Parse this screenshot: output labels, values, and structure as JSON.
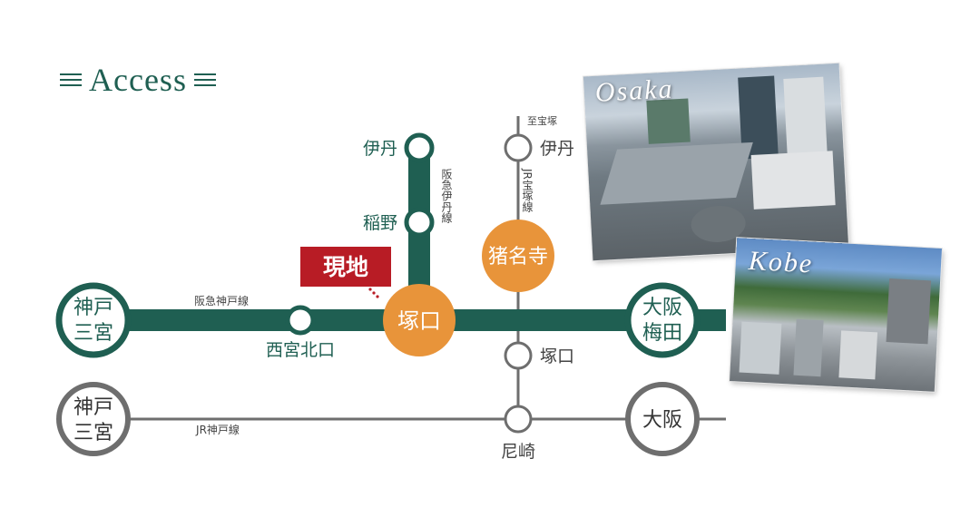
{
  "heading": {
    "title": "Access"
  },
  "photos": {
    "osaka_label": "Osaka",
    "kobe_label": "Kobe"
  },
  "lines": {
    "hankyu_kobe": "阪急神戸線",
    "hankyu_itami": "阪急伊丹線",
    "jr_takarazuka": "JR宝塚線",
    "jr_kobe": "JR神戸線",
    "to_takarazuka": "至宝塚"
  },
  "stations": {
    "kobe_sannomiya_top": "神戸",
    "kobe_sannomiya_bottom": "三宮",
    "nishinomiya_kitaguchi": "西宮北口",
    "tsukaguchi_hankyu": "塚口",
    "osaka_umeda_top": "大阪",
    "osaka_umeda_bottom": "梅田",
    "itami_hankyu": "伊丹",
    "inano": "稲野",
    "itami_jr": "伊丹",
    "inadera": "猪名寺",
    "tsukaguchi_jr": "塚口",
    "jr_sannomiya_top": "神戸",
    "jr_sannomiya_bottom": "三宮",
    "amagasaki": "尼崎",
    "osaka_jr": "大阪"
  },
  "site_marker": "現地",
  "colors": {
    "hankyu_green": "#1f5f52",
    "jr_gray": "#6e6e6e",
    "orange": "#e8943a",
    "marker_red": "#b81c25"
  }
}
